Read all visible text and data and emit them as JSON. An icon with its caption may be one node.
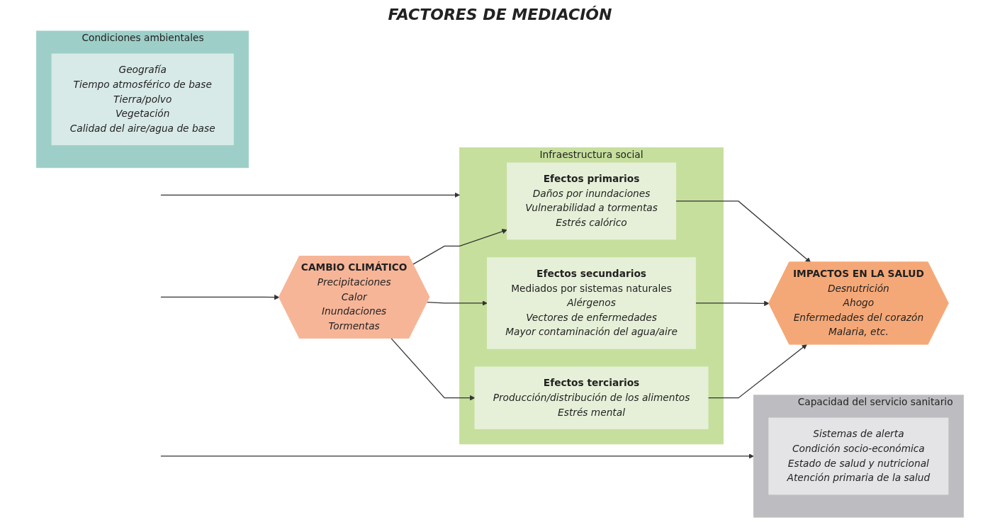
{
  "diagram": {
    "title": "FACTORES DE MEDIACIÓN",
    "nodes": [
      {
        "text": [
          "CAMBIO CLIMÁTICO",
          "Precipitaciones",
          "Calor",
          "Inundaciones",
          "Tormentas"
        ]
      },
      {
        "text": [
          "Condiciones ambientales"
        ]
      },
      {
        "text": [
          "Geografía",
          "Tiempo atmosférico de base",
          "Tierra/polvo",
          "Vegetación",
          "Calidad del aire/agua de base"
        ],
        "in": 1
      },
      {
        "text": [
          "Infraestructura social"
        ]
      },
      {
        "text": [
          "Efectos primarios",
          "Daños por inundaciones",
          "Vulnerabilidad a tormentas",
          "Estrés calórico"
        ],
        "in": 3
      },
      {
        "text": [
          "Efectos secundarios",
          "Mediados por sistemas naturales",
          "Alérgenos",
          "Vectores de enfermedades",
          "Mayor contaminación del agua/aire"
        ],
        "in": 3
      },
      {
        "text": [
          "Efectos terciarios",
          "Producción/distribución de los alimentos",
          "Estrés mental"
        ],
        "in": 3
      },
      {
        "text": [
          "Capacidad del servicio sanitario"
        ]
      },
      {
        "text": [
          "Sistemas de alerta",
          "Condición socio-económica",
          "Estado de salud y nutricional",
          "Atención primaria de la salud"
        ],
        "in": 7
      },
      {
        "text": [
          "IMPACTOS EN LA SALUD",
          "Desnutrición",
          "Ahogo",
          "Enfermedades del corazón",
          "Malaria, etc."
        ]
      }
    ],
    "edges": [
      {
        "from": 0,
        "to": 4,
        "arrow": "to"
      },
      {
        "from": 0,
        "to": 5,
        "arrow": "to"
      },
      {
        "from": 0,
        "to": 6,
        "arrow": "to"
      },
      {
        "from": 4,
        "to": 9,
        "arrow": "to"
      },
      {
        "from": 5,
        "to": 9,
        "arrow": "to"
      },
      {
        "from": 6,
        "to": 9,
        "arrow": "to"
      },
      {
        "from": null,
        "to": 0,
        "arrow": "to"
      },
      {
        "from": null,
        "to": 3,
        "arrow": "to"
      },
      {
        "from": null,
        "to": 7,
        "arrow": "to"
      }
    ]
  }
}
